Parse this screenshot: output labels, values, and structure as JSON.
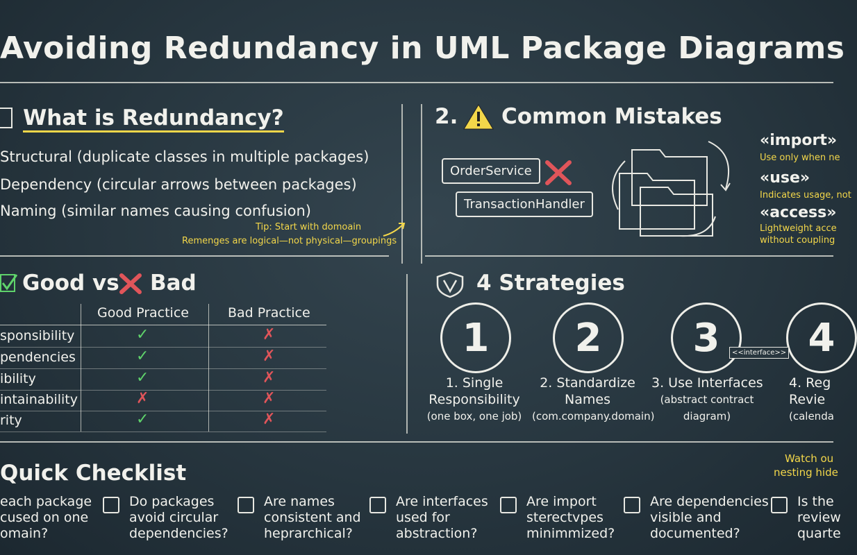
{
  "title": "Avoiding Redundancy in UML Package Diagrams",
  "what": {
    "heading": "What is Redundancy?",
    "items": [
      "Structural (duplicate classes in multiple packages)",
      "Dependency (circular arrows between packages)",
      "Naming (similar names causing confusion)"
    ],
    "tip1": "Tip: Start with domoain",
    "tip2": "Remenges are logical—not physical—groupings"
  },
  "mistakes": {
    "heading": "2.  Common Mistakes",
    "box1": "OrderService",
    "box2": "TransactionHandler",
    "stereotypes": [
      {
        "name": "«import»",
        "desc": "Use only when ne"
      },
      {
        "name": "«use»",
        "desc": "Indicates usage, not"
      },
      {
        "name": "«access»",
        "desc": "Lightweight acce",
        "desc2": "without coupling"
      }
    ]
  },
  "goodbad": {
    "heading_good": "Good vs",
    "heading_bad": "Bad",
    "col_good": "Good Practice",
    "col_bad": "Bad Practice",
    "rows": [
      {
        "label": "sponsibility",
        "good": "✓",
        "bad": "✗"
      },
      {
        "label": "pendencies",
        "good": "✓",
        "bad": "✗"
      },
      {
        "label": "ibility",
        "good": "✓",
        "bad": "✗"
      },
      {
        "label": "intainability",
        "good": "✗",
        "bad": "✗"
      },
      {
        "label": "rity",
        "good": "✓",
        "bad": "✗"
      }
    ]
  },
  "strategies": {
    "heading": "4 Strategies",
    "interface_tag": "<<interface>>",
    "items": [
      {
        "num": "1",
        "line1": "1. Single",
        "line2": "Responsibility",
        "line3": "(one box, one job)"
      },
      {
        "num": "2",
        "line1": "2. Standardize",
        "line2": "Names",
        "line3": "(com.company.domain)"
      },
      {
        "num": "3",
        "line1": "3. Use Interfaces",
        "line2": "(abstract contract",
        "line3": "diagram)"
      },
      {
        "num": "4",
        "line1": "4. Reg",
        "line2": "Revie",
        "line3": "(calenda"
      }
    ]
  },
  "checklist": {
    "heading": "Quick Checklist",
    "note1": "Watch ou",
    "note2": "nesting hide",
    "items": [
      {
        "l1": "each package",
        "l2": "cused on one",
        "l3": "omain?"
      },
      {
        "l1": "Do packages",
        "l2": "avoid circular",
        "l3": "dependencies?"
      },
      {
        "l1": "Are names",
        "l2": "consistent and",
        "l3": "heprarchical?"
      },
      {
        "l1": "Are interfaces",
        "l2": "used for",
        "l3": "abstraction?"
      },
      {
        "l1": "Are import",
        "l2": "sterectvpes",
        "l3": "minimmized?"
      },
      {
        "l1": "Are dependencies",
        "l2": "visible and",
        "l3": "documented?"
      },
      {
        "l1": "Is the",
        "l2": "review",
        "l3": "quarte"
      }
    ]
  },
  "colors": {
    "accent_yellow": "#f3d74a",
    "good_green": "#5fd36b",
    "bad_red": "#e0555a"
  }
}
